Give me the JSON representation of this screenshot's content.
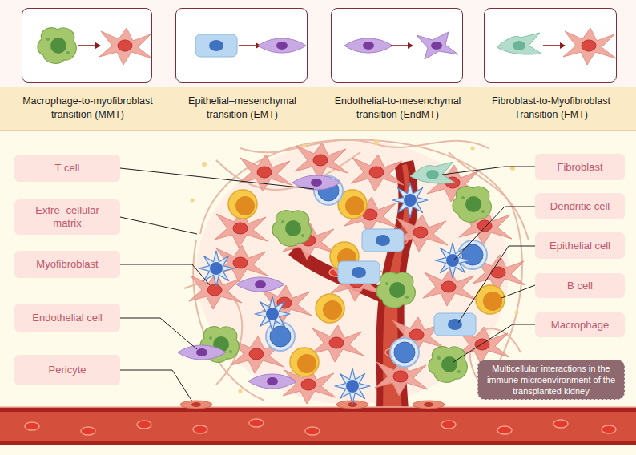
{
  "diagram": {
    "nodes": [
      {
        "text": [
          "Macrophage-to-myofibroblast transition (MMT)"
        ]
      },
      {
        "text": [
          "Epithelial–mesenchymal transition (EMT)"
        ]
      },
      {
        "text": [
          "Endothelial-to-mesenchymal transition (EndMT)"
        ]
      },
      {
        "text": [
          "Fibroblast-to-Myofibroblast Transition (FMT)"
        ]
      },
      {
        "text": [
          "T cell"
        ]
      },
      {
        "text": [
          "Extre- cellular matrix"
        ]
      },
      {
        "text": [
          "Myofibroblast"
        ]
      },
      {
        "text": [
          "Endothelial cell"
        ]
      },
      {
        "text": [
          "Pericyte"
        ]
      },
      {
        "text": [
          "Fibroblast"
        ]
      },
      {
        "text": [
          "Dendritic cell"
        ]
      },
      {
        "text": [
          "Epithelial cell"
        ]
      },
      {
        "text": [
          "B cell"
        ]
      },
      {
        "text": [
          "Macrophage"
        ]
      },
      {
        "text": [
          "Multicellular interactions in the immune microenvironment of the transplanted kidney"
        ]
      }
    ]
  }
}
